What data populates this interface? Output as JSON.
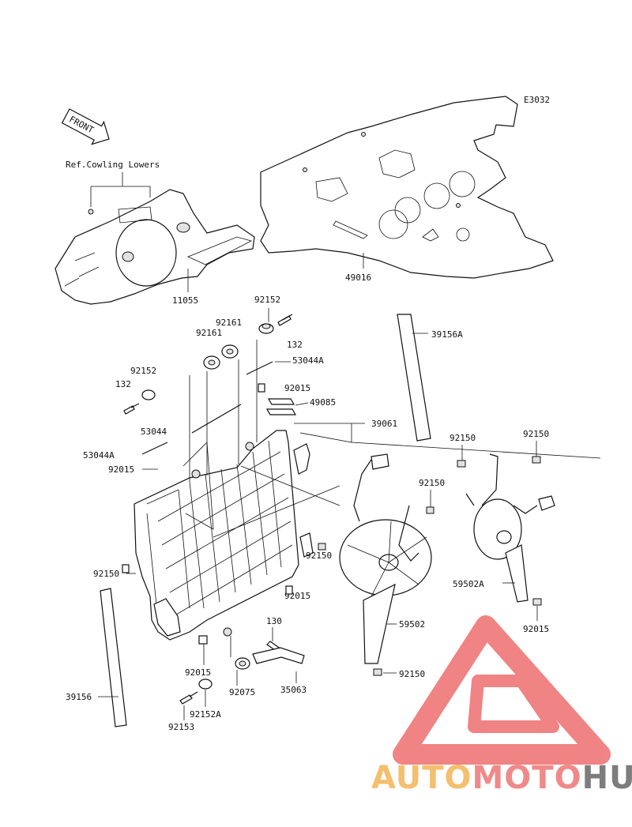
{
  "diagram_code": "E3032",
  "front_label": "FRONT",
  "ref_note": "Ref.Cowling Lowers",
  "brand": {
    "part1": "AUTO",
    "part2": "MOTO",
    "part3": "HUB",
    "color_auto": "#f4bf6e",
    "color_moto": "#f08a8a",
    "color_hub": "#7d7d7d",
    "logo_color": "#ee6e6e"
  },
  "callouts": [
    "49016",
    "11055",
    "92152",
    "132",
    "92161",
    "92161",
    "53044A",
    "92152",
    "132",
    "92015",
    "49085",
    "39061",
    "53044",
    "53044A",
    "92015",
    "39156A",
    "92150",
    "92150",
    "92150",
    "92150",
    "92015",
    "92150",
    "92015",
    "59502A",
    "130",
    "59502",
    "92150",
    "92015",
    "92075",
    "35063",
    "92150",
    "39156",
    "92152A",
    "92153"
  ]
}
